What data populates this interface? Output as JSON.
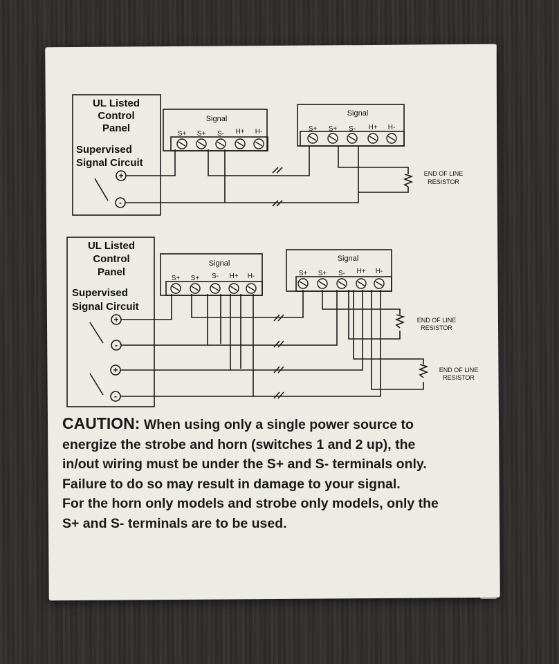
{
  "diagram1": {
    "panel_title": [
      "UL Listed",
      "Control",
      "Panel"
    ],
    "circuit_label": [
      "Supervised",
      "Signal Circuit"
    ],
    "signal_label": "Signal",
    "terminals": [
      "S+",
      "S+",
      "S-",
      "H+",
      "H-"
    ],
    "resistor_label": [
      "END OF LINE",
      "RESISTOR"
    ],
    "plus_symbol": "+",
    "minus_symbol": "-"
  },
  "diagram2": {
    "panel_title": [
      "UL Listed",
      "Control",
      "Panel"
    ],
    "circuit_label": [
      "Supervised",
      "Signal Circuit"
    ],
    "signal_label": "Signal",
    "terminals": [
      "S+",
      "S+",
      "S-",
      "H+",
      "H-"
    ],
    "resistor_label": [
      "END OF LINE",
      "RESISTOR"
    ],
    "plus_symbol": "+",
    "minus_symbol": "-"
  },
  "caution": {
    "label": "CAUTION:",
    "lines": [
      " When using only a single power source to",
      "energize the strobe and horn (switches 1 and 2 up), the",
      "in/out wiring must be under the S+ and S- terminals only.",
      "Failure to do so may result in damage to your signal.",
      "For the horn only models and strobe only models, only the",
      "S+ and S- terminals are to be used."
    ]
  }
}
